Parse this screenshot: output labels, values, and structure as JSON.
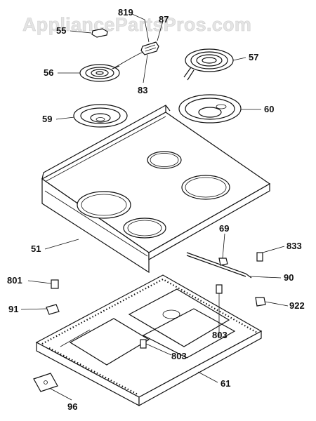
{
  "watermark": "AppliancePartsPros.com",
  "parts": [
    {
      "id": "819",
      "label": "819"
    },
    {
      "id": "87",
      "label": "87"
    },
    {
      "id": "55",
      "label": "55"
    },
    {
      "id": "57",
      "label": "57"
    },
    {
      "id": "56",
      "label": "56"
    },
    {
      "id": "83",
      "label": "83"
    },
    {
      "id": "59",
      "label": "59"
    },
    {
      "id": "60",
      "label": "60"
    },
    {
      "id": "69",
      "label": "69"
    },
    {
      "id": "51",
      "label": "51"
    },
    {
      "id": "833",
      "label": "833"
    },
    {
      "id": "801",
      "label": "801"
    },
    {
      "id": "90",
      "label": "90"
    },
    {
      "id": "91",
      "label": "91"
    },
    {
      "id": "922",
      "label": "922"
    },
    {
      "id": "803a",
      "label": "803"
    },
    {
      "id": "803b",
      "label": "803"
    },
    {
      "id": "61",
      "label": "61"
    },
    {
      "id": "96",
      "label": "96"
    }
  ]
}
